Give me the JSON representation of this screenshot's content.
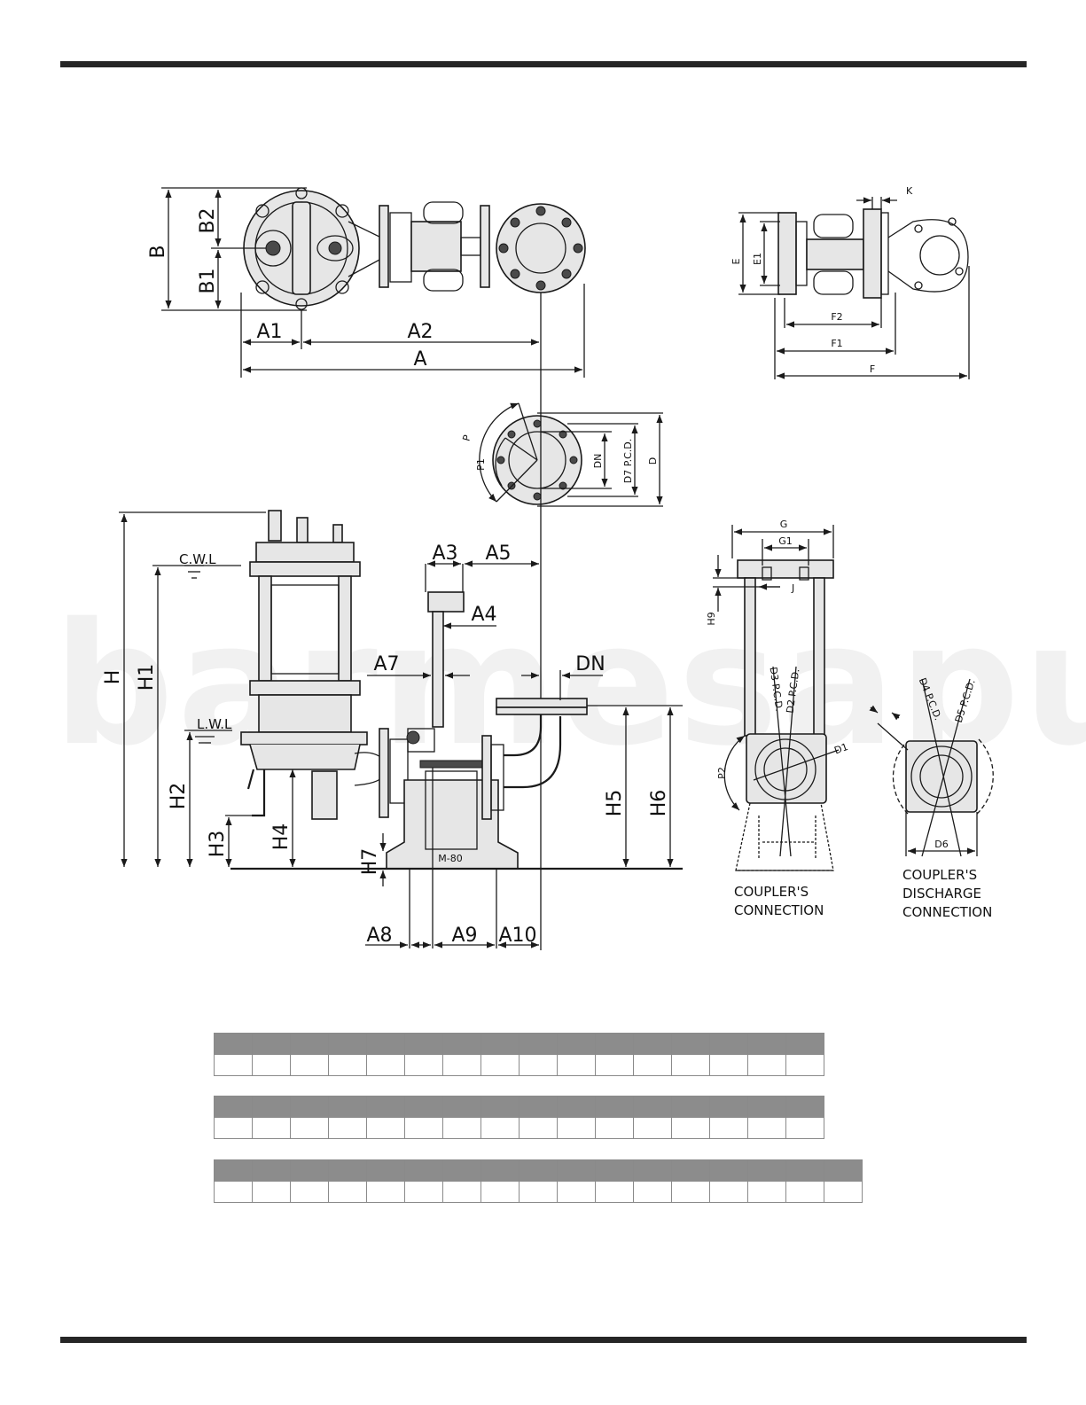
{
  "watermark": "barmesapumps",
  "top_view": {
    "labels": {
      "b": "B",
      "b1": "B1",
      "b2": "B2",
      "a1": "A1",
      "a2": "A2",
      "a": "A"
    }
  },
  "coupler_top": {
    "labels": {
      "k": "K",
      "e": "E",
      "e1": "E1",
      "f2": "F2",
      "f1": "F1",
      "f": "F"
    }
  },
  "flange": {
    "labels": {
      "p": "P",
      "p1": "P1",
      "dn": "DN",
      "d7": "D7 P.C.D.",
      "d": "D"
    }
  },
  "side_view": {
    "labels": {
      "h": "H",
      "h1": "H1",
      "h2": "H2",
      "h3": "H3",
      "h4": "H4",
      "h5": "H5",
      "h6": "H6",
      "h7": "H7",
      "cwl": "C.W.L",
      "lwl": "L.W.L",
      "a3": "A3",
      "a5": "A5",
      "a4": "A4",
      "a7": "A7",
      "dn": "DN",
      "a8": "A8",
      "a9": "A9",
      "a10": "A10",
      "pump_mark": "M-80"
    }
  },
  "coupler_connection": {
    "labels": {
      "g": "G",
      "g1": "G1",
      "j": "J",
      "h9": "H9",
      "d3": "D3 P.C.D.",
      "d2": "D2 P.C.D.",
      "d1": "D1",
      "p2": "P2"
    },
    "caption_line1": "COUPLER'S",
    "caption_line2": "CONNECTION"
  },
  "discharge_connection": {
    "labels": {
      "d4": "D4 P.C.D.",
      "d5": "D5 P.C.D.",
      "d6": "D6"
    },
    "caption_line1": "COUPLER'S",
    "caption_line2": "DISCHARGE",
    "caption_line3": "CONNECTION"
  },
  "tables": [
    {
      "columns": 16,
      "header": [
        "",
        "",
        "",
        "",
        "",
        "",
        "",
        "",
        "",
        "",
        "",
        "",
        "",
        "",
        "",
        ""
      ],
      "row": [
        "",
        "",
        "",
        "",
        "",
        "",
        "",
        "",
        "",
        "",
        "",
        "",
        "",
        "",
        "",
        ""
      ]
    },
    {
      "columns": 16,
      "header": [
        "",
        "",
        "",
        "",
        "",
        "",
        "",
        "",
        "",
        "",
        "",
        "",
        "",
        "",
        "",
        ""
      ],
      "row": [
        "",
        "",
        "",
        "",
        "",
        "",
        "",
        "",
        "",
        "",
        "",
        "",
        "",
        "",
        "",
        ""
      ]
    },
    {
      "columns": 17,
      "header": [
        "",
        "",
        "",
        "",
        "",
        "",
        "",
        "",
        "",
        "",
        "",
        "",
        "",
        "",
        "",
        "",
        ""
      ],
      "row": [
        "",
        "",
        "",
        "",
        "",
        "",
        "",
        "",
        "",
        "",
        "",
        "",
        "",
        "",
        "",
        "",
        ""
      ]
    }
  ]
}
